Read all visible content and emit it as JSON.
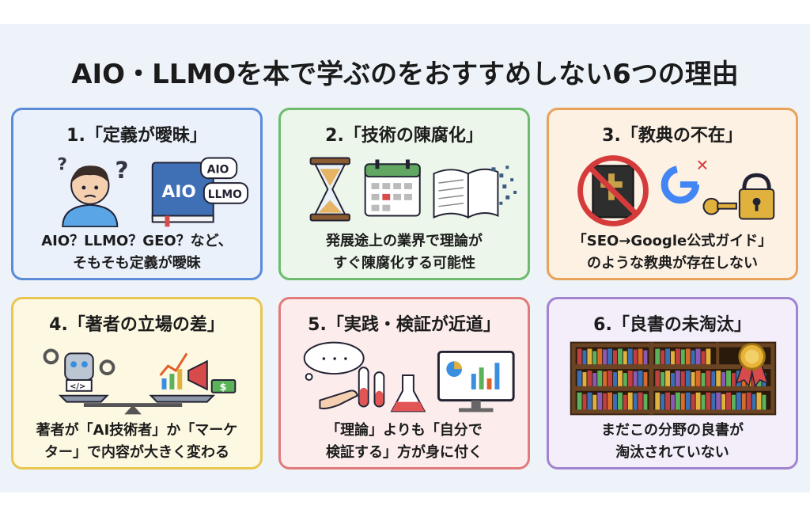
{
  "title": "AIO・LLMOを本で学ぶのをおすすめしない6つの理由",
  "cards": [
    {
      "heading": "1.「定義が曖昧」",
      "lines": [
        "AIO？LLMO？GEO？など、",
        "そもそも定義が曖昧"
      ],
      "icon_labels": [
        "AIO",
        "AIO",
        "LLMO"
      ]
    },
    {
      "heading": "2.「技術の陳腐化」",
      "lines": [
        "発展途上の業界で理論が",
        "すぐ陳腐化する可能性"
      ]
    },
    {
      "heading": "3.「教典の不在」",
      "lines": [
        "「SEO→Google公式ガイド」",
        "のような教典が存在しない"
      ],
      "icon_labels": [
        "G",
        "✕"
      ]
    },
    {
      "heading": "4.「著者の立場の差」",
      "lines": [
        "著者が「AI技術者」か「マーケ",
        "ター」で内容が大きく変わる"
      ],
      "icon_labels": [
        "</>",
        "$"
      ]
    },
    {
      "heading": "5.「実践・検証が近道」",
      "lines": [
        "「理論」よりも「自分で",
        "検証する」方が身に付く"
      ],
      "icon_labels": [
        "・・・"
      ]
    },
    {
      "heading": "6.「良書の未淘汰」",
      "lines": [
        "まだこの分野の良書が",
        "淘汰されていない"
      ]
    }
  ],
  "colors": {
    "card1_border": "#5b8bd9",
    "card2_border": "#6dbb6d",
    "card3_border": "#e9a259",
    "card4_border": "#e8c64f",
    "card5_border": "#e27a7a",
    "card6_border": "#a184cf"
  }
}
